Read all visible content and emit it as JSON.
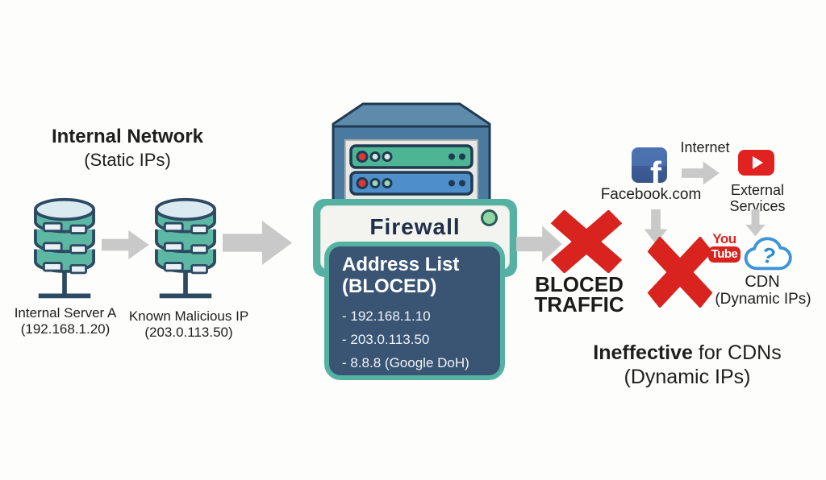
{
  "colors": {
    "background": "#fdfdfc",
    "teal": "#55b2a2",
    "database_teal": "#5cb8a3",
    "outline_navy": "#2d4a63",
    "panel_navy": "#3a5574",
    "server_blue": "#4a7aa0",
    "server_top_blue": "#5e8bab",
    "rack_green": "#4db494",
    "rack_blue": "#4e8fca",
    "arrow_gray": "#c9c9c9",
    "cross_red": "#d8231f",
    "facebook_blue": "#4a6fae",
    "youtube_red": "#e02321",
    "cloud_blue": "#3d95d8",
    "led_green": "#90d6a5",
    "text_dark": "#1e1e1e"
  },
  "icons": {
    "database": "stacked-cylinder-database",
    "block_arrow": "solid-gray-block-arrow",
    "server": "rack-server-tower",
    "led": "green-status-led",
    "cross": "red-x-mark",
    "facebook": "facebook-f-square",
    "youtube_play": "youtube-play-button",
    "youtube_wordmark": "youtube-text-logo",
    "cloud": "cloud-with-question-mark"
  },
  "internal_network": {
    "title": "Internal Network",
    "subtitle": "(Static IPs)",
    "servers": [
      {
        "name": "Internal Server A",
        "ip": "(192.168.1.20)"
      },
      {
        "name": "Known Malicious IP",
        "ip": "(203.0.113.50)"
      }
    ]
  },
  "firewall": {
    "label": "Firewall",
    "address_list": {
      "title": "Address List",
      "subtitle": "(BLOCED)",
      "entries": [
        "- 192.168.1.10",
        "- 203.0.113.50",
        "- 8.8.8 (Google DoH)"
      ]
    }
  },
  "blocked_traffic": {
    "line1": "BLOCED",
    "line2": "TRAFFIC"
  },
  "internet_cluster": {
    "facebook_f": "f",
    "facebook_label": "Facebook.com",
    "internet_label": "Internet",
    "external_services": {
      "line1": "External",
      "line2": "Services"
    },
    "youtube_wordmark": {
      "you": "You",
      "tube": "Tube"
    },
    "cloud_question_mark": "?",
    "cdn_label": "CDN",
    "cdn_subtitle": "(Dynamic IPs)"
  },
  "footer_note": {
    "emphasis": "Ineffective",
    "rest": "for CDNs",
    "line2": "(Dynamic IPs)"
  }
}
